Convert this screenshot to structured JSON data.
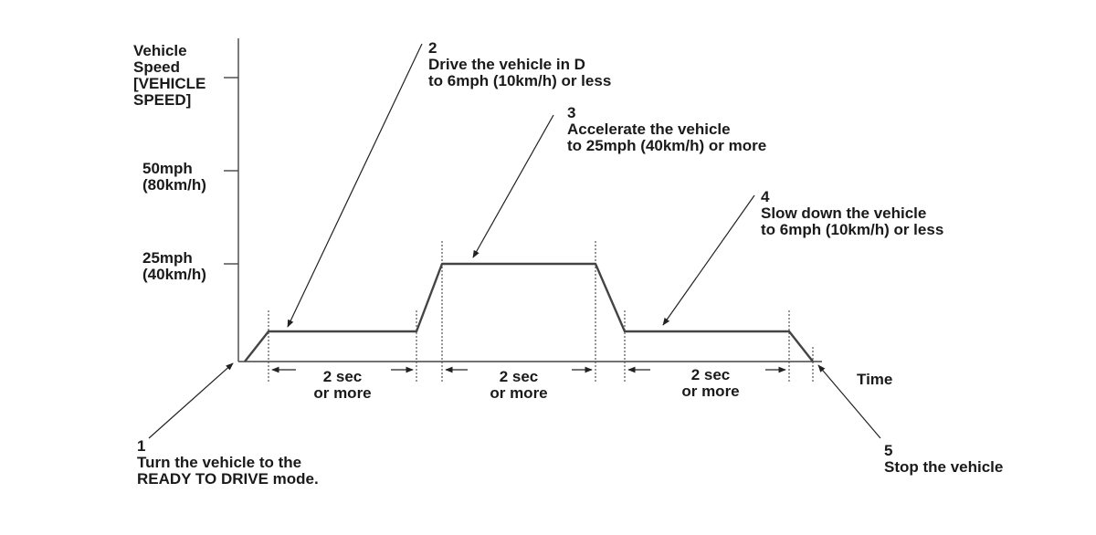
{
  "axis": {
    "y_label": [
      "Vehicle",
      "Speed",
      "[VEHICLE",
      "SPEED]"
    ],
    "ticks": [
      {
        "line1": "50mph",
        "line2": "(80km/h)"
      },
      {
        "line1": "25mph",
        "line2": "(40km/h)"
      }
    ],
    "x_label": "Time"
  },
  "steps": [
    {
      "number": "1",
      "line1": "Turn the vehicle to the",
      "line2": "READY TO DRIVE mode."
    },
    {
      "number": "2",
      "line1": "Drive the vehicle in D",
      "line2": "to 6mph (10km/h) or less"
    },
    {
      "number": "3",
      "line1": "Accelerate the vehicle",
      "line2": "to 25mph (40km/h) or more"
    },
    {
      "number": "4",
      "line1": "Slow down the vehicle",
      "line2": "to 6mph (10km/h) or less"
    },
    {
      "number": "5",
      "line1": "Stop the vehicle"
    }
  ],
  "durations": [
    {
      "line1": "2 sec",
      "line2": "or more"
    },
    {
      "line1": "2 sec",
      "line2": "or more"
    },
    {
      "line1": "2 sec",
      "line2": "or more"
    }
  ]
}
